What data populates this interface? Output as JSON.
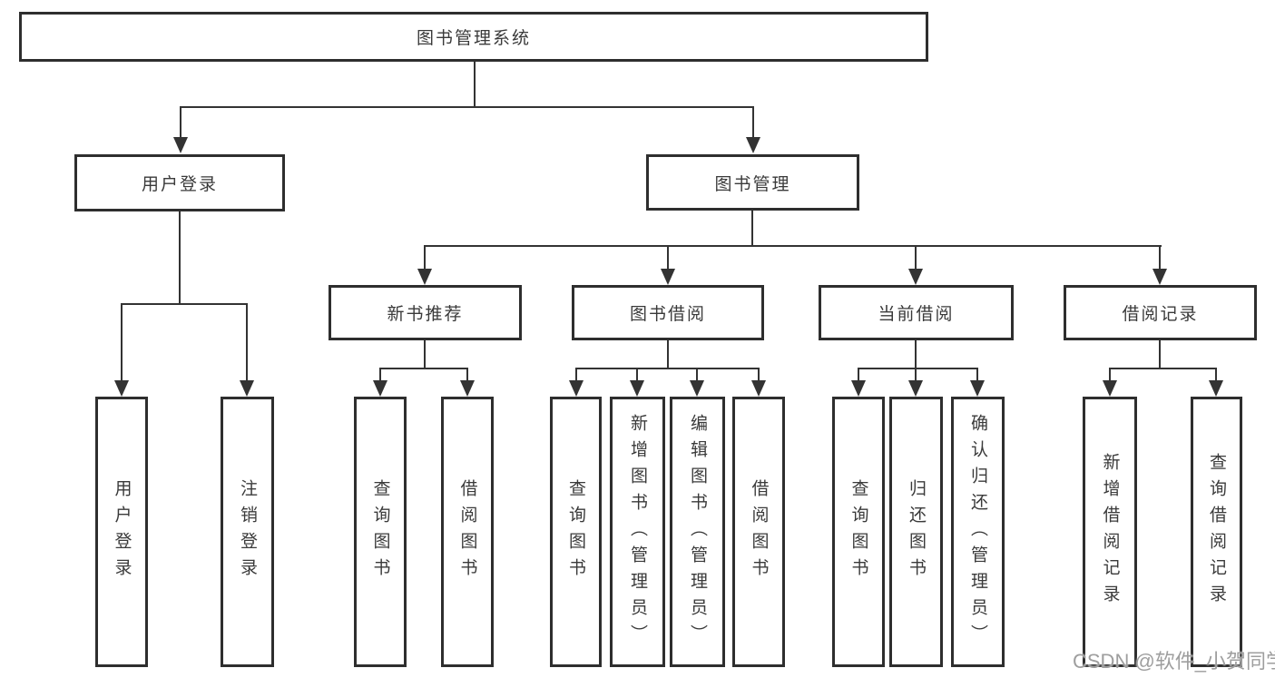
{
  "diagram_title": "图书管理系统",
  "tree": {
    "label": "图书管理系统",
    "children": [
      {
        "label": "用户登录",
        "children": [
          {
            "label": "用户登录"
          },
          {
            "label": "注销登录"
          }
        ]
      },
      {
        "label": "图书管理",
        "children": [
          {
            "label": "新书推荐",
            "children": [
              {
                "label": "查询图书"
              },
              {
                "label": "借阅图书"
              }
            ]
          },
          {
            "label": "图书借阅",
            "children": [
              {
                "label": "查询图书"
              },
              {
                "label": "新增图书（管理员）"
              },
              {
                "label": "编辑图书（管理员）"
              },
              {
                "label": "借阅图书"
              }
            ]
          },
          {
            "label": "当前借阅",
            "children": [
              {
                "label": "查询图书"
              },
              {
                "label": "归还图书"
              },
              {
                "label": "确认归还（管理员）"
              }
            ]
          },
          {
            "label": "借阅记录",
            "children": [
              {
                "label": "新增借阅记录"
              },
              {
                "label": "查询借阅记录"
              }
            ]
          }
        ]
      }
    ]
  },
  "watermark": {
    "text": "CSDN @软件_小贺同学"
  },
  "colors": {
    "background": "#ffffff",
    "box_border": "#2e2e2e",
    "line": "#333333",
    "text": "#3a3a3a",
    "watermark": "#9e9e9e"
  }
}
